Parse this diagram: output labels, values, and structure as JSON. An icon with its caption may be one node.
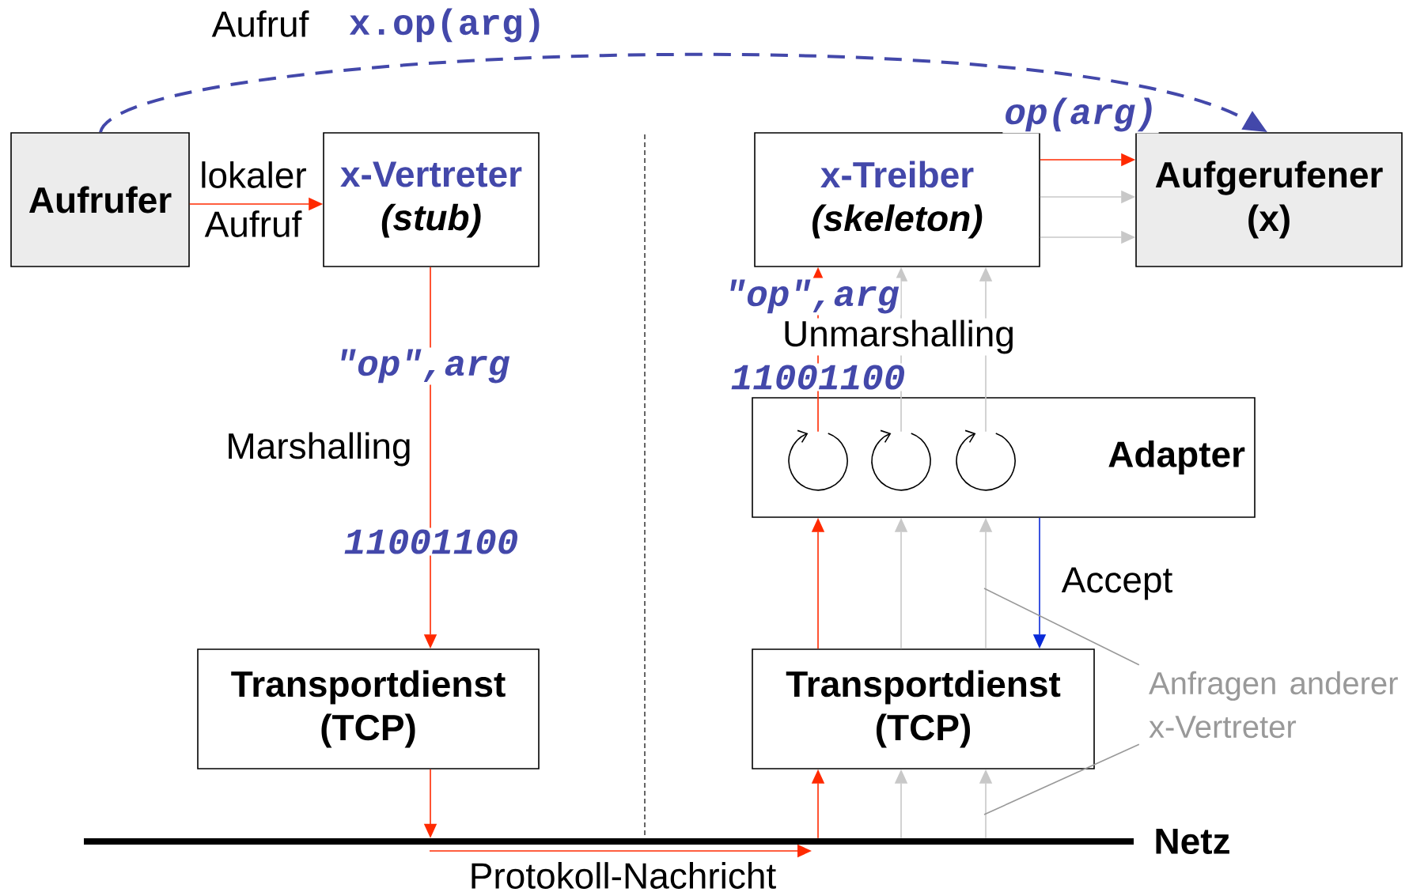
{
  "diagram": {
    "nodes": [
      {
        "text": [
          "Aufrufer"
        ]
      },
      {
        "text": [
          "x-Vertreter",
          "(stub)"
        ]
      },
      {
        "text": [
          "x-Treiber",
          "(skeleton)"
        ]
      },
      {
        "text": [
          "Aufgerufener (x)"
        ]
      },
      {
        "text": [
          "Adapter"
        ]
      },
      {
        "text": [
          "Transportdienst (TCP)"
        ]
      },
      {
        "text": [
          "Transportdienst (TCP)"
        ]
      },
      {
        "text": [],
        "shape": "bar",
        "beside": [
          "Netz"
        ]
      },
      {
        "text": [
          "Anfragen anderer x-Vertreter"
        ]
      },
      {
        "text": [],
        "shape": "circle",
        "in": 4
      },
      {
        "text": [],
        "shape": "circle",
        "in": 4
      },
      {
        "text": [],
        "shape": "circle",
        "in": 4
      }
    ],
    "edges": [
      {
        "from": 0,
        "to": 3,
        "arrow": "to",
        "style": "dashed",
        "color": "#4348aa"
      },
      {
        "from": 0,
        "to": 1,
        "arrow": "to",
        "label": "lokaler Aufruf",
        "color": "#ff2a00"
      },
      {
        "from": 1,
        "to": 5,
        "arrow": "to",
        "color": "#ff2a00"
      },
      {
        "from": 5,
        "to": 7,
        "arrow": "to",
        "color": "#ff2a00"
      },
      {
        "from": 7,
        "to": 6,
        "arrow": "to",
        "color": "#ff2a00"
      },
      {
        "from": 7,
        "to": 6,
        "arrow": "to",
        "color": "#c8c8c8"
      },
      {
        "from": 7,
        "to": 6,
        "arrow": "to",
        "color": "#c8c8c8"
      },
      {
        "from": 6,
        "to": 4,
        "arrow": "to",
        "color": "#ff2a00"
      },
      {
        "from": 6,
        "to": 4,
        "arrow": "to",
        "color": "#c8c8c8"
      },
      {
        "from": 6,
        "to": 4,
        "arrow": "to",
        "color": "#c8c8c8"
      },
      {
        "from": 9,
        "to": 2,
        "arrow": "to",
        "color": "#ff2a00"
      },
      {
        "from": 10,
        "to": 2,
        "arrow": "to",
        "color": "#c8c8c8"
      },
      {
        "from": 11,
        "to": 2,
        "arrow": "to",
        "color": "#c8c8c8"
      },
      {
        "from": 2,
        "to": 3,
        "arrow": "to",
        "color": "#ff2a00"
      },
      {
        "from": 2,
        "to": 3,
        "arrow": "to",
        "color": "#c8c8c8"
      },
      {
        "from": 2,
        "to": 3,
        "arrow": "to",
        "color": "#c8c8c8"
      },
      {
        "from": 4,
        "to": 6,
        "arrow": "to",
        "label": "Accept",
        "color": "#0a2ad8"
      },
      {
        "from": 8,
        "to": null,
        "arrow": "none",
        "color": "#999999"
      },
      {
        "from": 8,
        "to": null,
        "arrow": "none",
        "color": "#999999"
      }
    ],
    "labels": [
      "Aufruf",
      "x.op(arg)",
      "op(arg)",
      "\"op\",arg",
      "Unmarshalling",
      "11001100",
      "\"op\",arg",
      "Marshalling",
      "11001100",
      "Protokoll-Nachricht"
    ]
  }
}
